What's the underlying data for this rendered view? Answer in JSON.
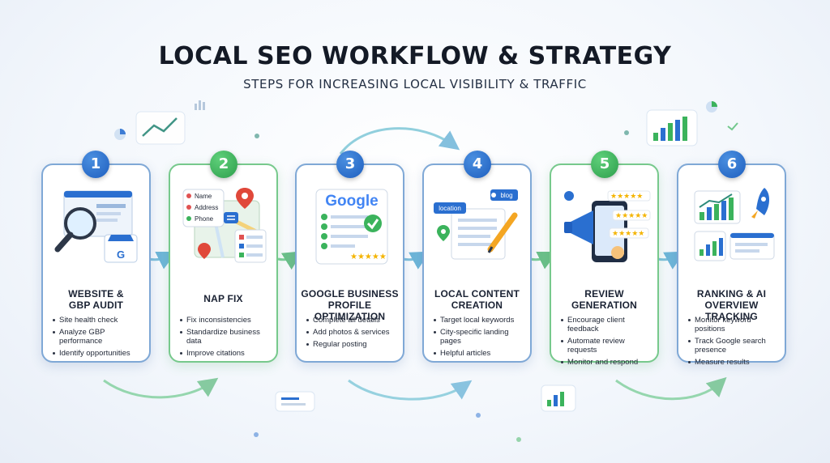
{
  "header": {
    "title": "LOCAL SEO WORKFLOW & STRATEGY",
    "subtitle": "STEPS FOR INCREASING LOCAL VISIBILITY & TRAFFIC"
  },
  "colors": {
    "blue": "#2a6fd0",
    "green": "#3bb35c",
    "google_blue": "#4285F4",
    "google_red": "#EA4335",
    "google_yellow": "#FBBC05",
    "google_green": "#34A853"
  },
  "steps": [
    {
      "number": "1",
      "title_line1": "WEBSITE &",
      "title_line2": "GBP AUDIT",
      "icon": "magnifier-store-icon",
      "illustration_text": "G",
      "bullets": [
        "Site health check",
        "Analyze GBP performance",
        "Identify opportunities"
      ]
    },
    {
      "number": "2",
      "title_line1": "NAP FIX",
      "title_line2": "",
      "icon": "map-pin-icon",
      "illustration_labels": [
        "Name",
        "Address",
        "Phone"
      ],
      "bullets": [
        "Fix inconsistencies",
        "Standardize business data",
        "Improve citations"
      ]
    },
    {
      "number": "3",
      "title_line1": "GOOGLE BUSINESS",
      "title_line2": "PROFILE OPTIMIZATION",
      "icon": "google-checklist-icon",
      "illustration_text": "Google",
      "bullets": [
        "Complete all details",
        "Add photos & services",
        "Regular posting"
      ]
    },
    {
      "number": "4",
      "title_line1": "LOCAL CONTENT",
      "title_line2": "CREATION",
      "icon": "document-pencil-icon",
      "illustration_labels": [
        "location",
        "blog"
      ],
      "bullets": [
        "Target local keywords",
        "City-specific landing pages",
        "Helpful articles"
      ]
    },
    {
      "number": "5",
      "title_line1": "REVIEW",
      "title_line2": "GENERATION",
      "icon": "megaphone-stars-icon",
      "bullets": [
        "Encourage client feedback",
        "Automate review requests",
        "Monitor and respond"
      ]
    },
    {
      "number": "6",
      "title_line1": "RANKING & AI",
      "title_line2": "OVERVIEW TRACKING",
      "icon": "rocket-chart-icon",
      "bullets": [
        "Monitor keyword positions",
        "Track Google search presence",
        "Measure results"
      ]
    }
  ]
}
